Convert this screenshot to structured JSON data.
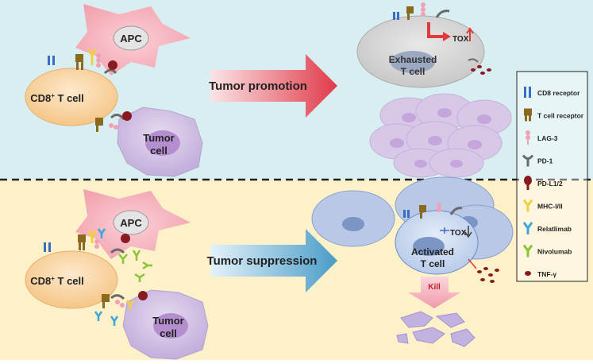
{
  "colors": {
    "top_bg": "#d9eef0",
    "bottom_bg": "#fdf1c9",
    "cd8": "#3a6cc4",
    "tcr": "#8a6a1e",
    "lag3": "#f2a0b4",
    "pd1": "#6a6a6a",
    "pdl": "#8a1a22",
    "mhc": "#f2cf3c",
    "relatlimab": "#3aa8dc",
    "nivolumab": "#8ac43a",
    "tnf": "#8a1a22",
    "red_arrow": "#e03a4a",
    "blue_arrow": "#4a9cc8"
  },
  "top": {
    "apc_label": "APC",
    "tcell_label_main": "CD8",
    "tcell_label_sup": "+",
    "tcell_label_rest": " T cell",
    "tumor_label_line1": "Tumor",
    "tumor_label_line2": "cell",
    "arrow_label": "Tumor promotion",
    "exhausted_line1": "Exhausted",
    "exhausted_line2": "T cell",
    "tox_label": "TOX"
  },
  "bottom": {
    "apc_label": "APC",
    "tcell_label_main": "CD8",
    "tcell_label_sup": "+",
    "tcell_label_rest": " T cell",
    "tumor_label_line1": "Tumor",
    "tumor_label_line2": "cell",
    "arrow_label": "Tumor suppression",
    "activated_line1": "Activated",
    "activated_line2": "T cell",
    "tox_label": "TOX",
    "kill_label": "Kill"
  },
  "legend": {
    "items": [
      {
        "icon": "cd8-receptor-icon",
        "label": "CD8 receptor"
      },
      {
        "icon": "t-cell-receptor-icon",
        "label": "T cell receptor"
      },
      {
        "icon": "lag3-icon",
        "label": "LAG-3"
      },
      {
        "icon": "pd1-icon",
        "label": "PD-1"
      },
      {
        "icon": "pdl-icon",
        "label": "PD-L1/2"
      },
      {
        "icon": "mhc-icon",
        "label": "MHC-I/II"
      },
      {
        "icon": "relatlimab-icon",
        "label": "Relatlimab"
      },
      {
        "icon": "nivolumab-icon",
        "label": "Nivolumab"
      },
      {
        "icon": "tnf-icon",
        "label": "TNF-γ"
      }
    ]
  }
}
